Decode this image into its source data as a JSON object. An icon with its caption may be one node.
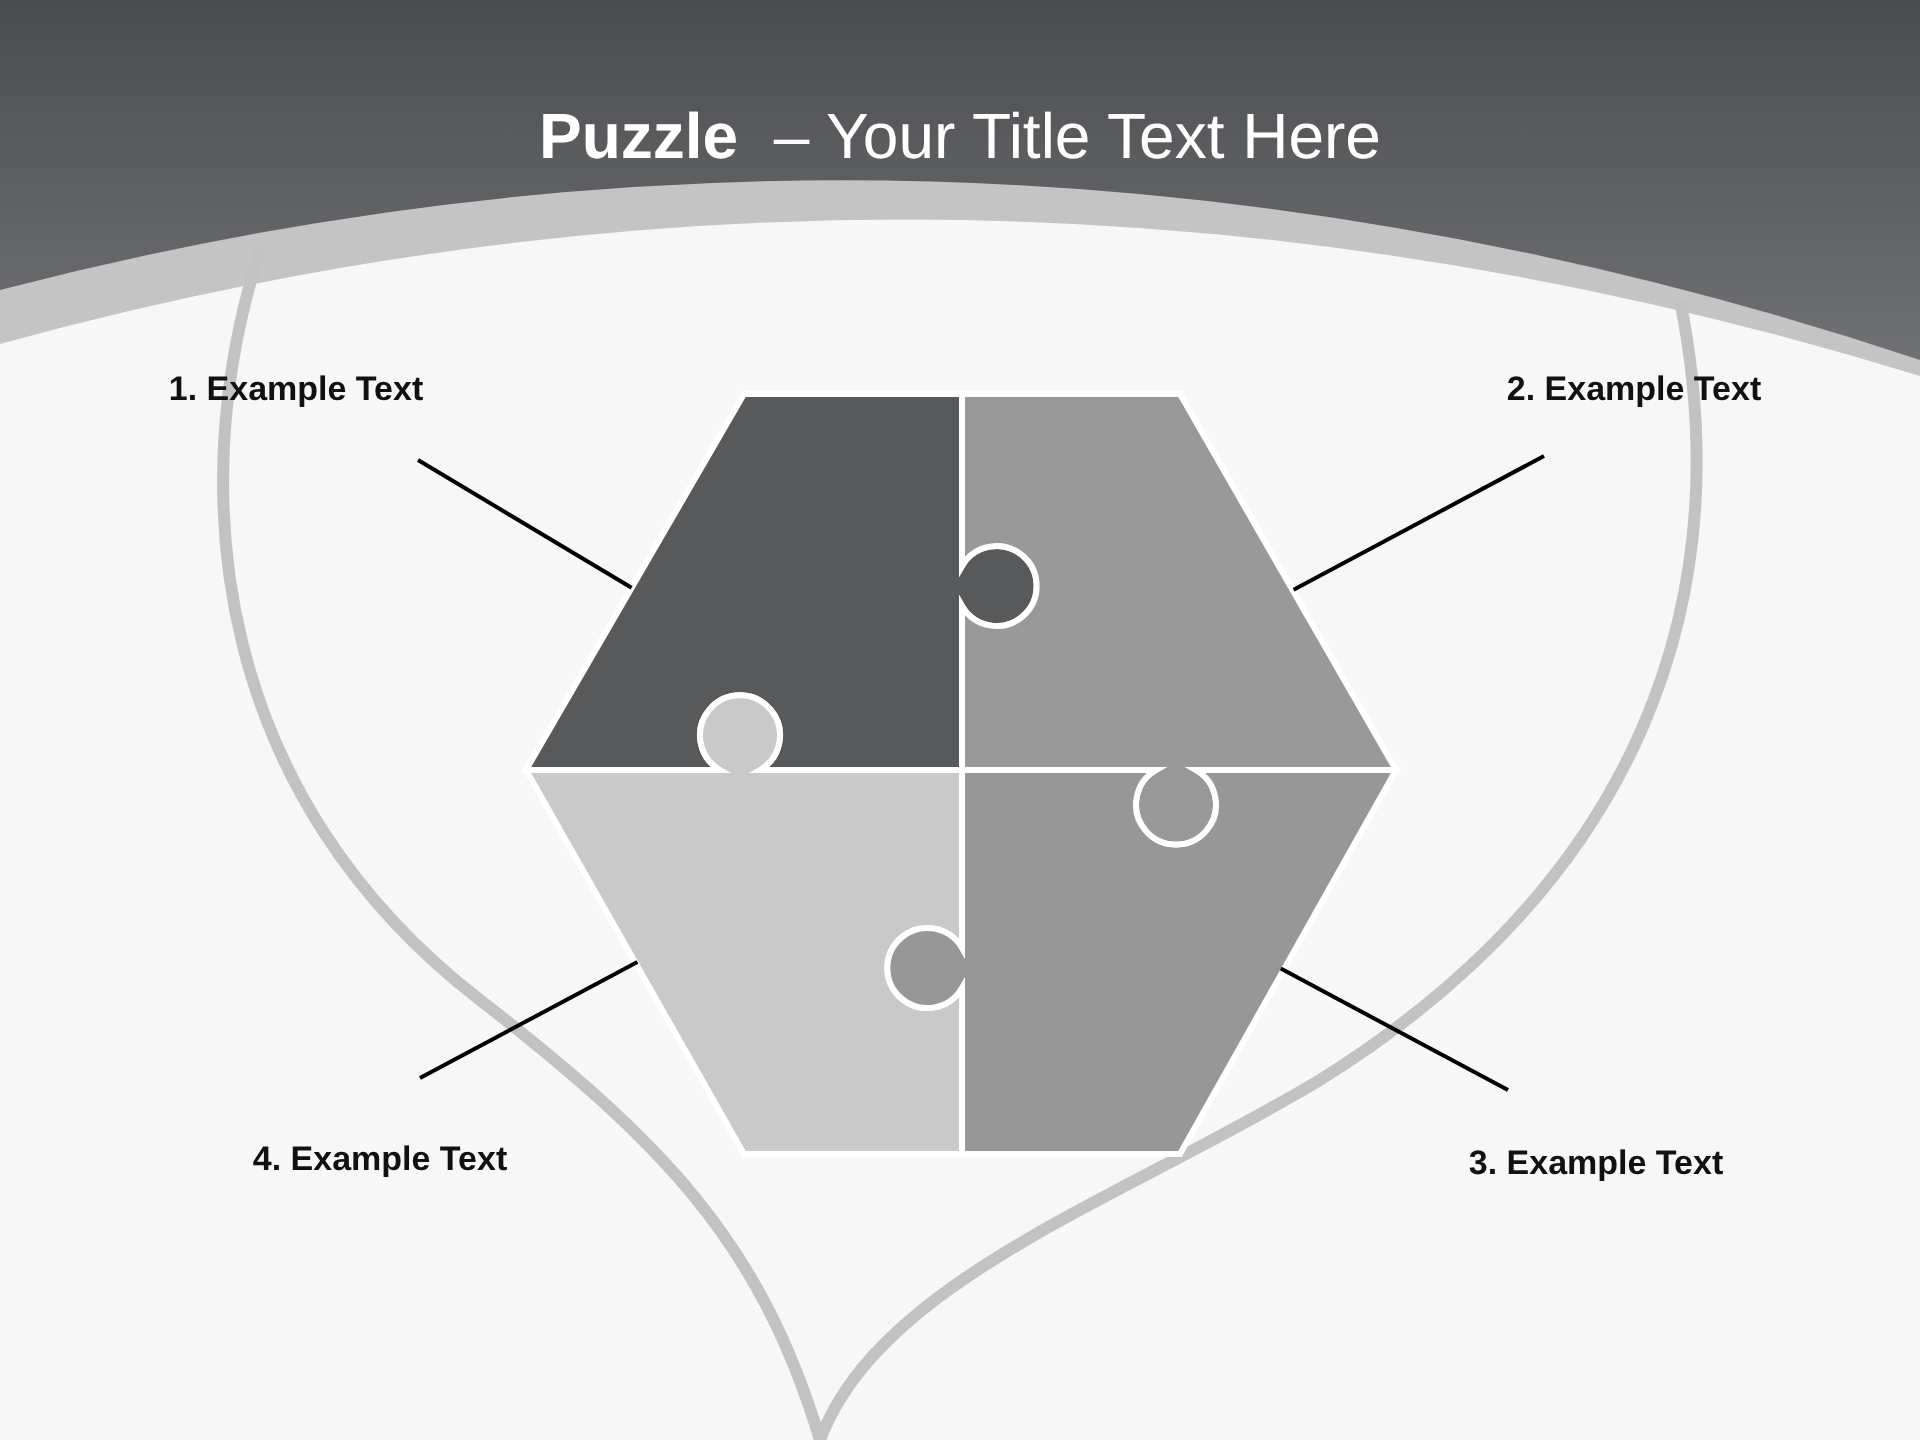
{
  "diagram": {
    "title": "**Puzzle**  – Your Title Text Here",
    "nodes": [
      {
        "text": [
          "1. Example Text"
        ]
      },
      {
        "text": [
          "2. Example Text"
        ]
      },
      {
        "text": [
          "4. Example Text"
        ]
      },
      {
        "text": [
          "3. Example Text"
        ]
      },
      {
        "text": [],
        "shape": "puzzle"
      },
      {
        "text": [],
        "shape": "puzzle"
      },
      {
        "text": [],
        "shape": "puzzle"
      },
      {
        "text": [],
        "shape": "puzzle"
      }
    ],
    "edges": [
      {
        "from": 0,
        "to": 4,
        "arrow": "none"
      },
      {
        "from": 1,
        "to": 5,
        "arrow": "none"
      },
      {
        "from": 3,
        "to": 7,
        "arrow": "none"
      },
      {
        "from": 2,
        "to": 6,
        "arrow": "none"
      }
    ]
  }
}
